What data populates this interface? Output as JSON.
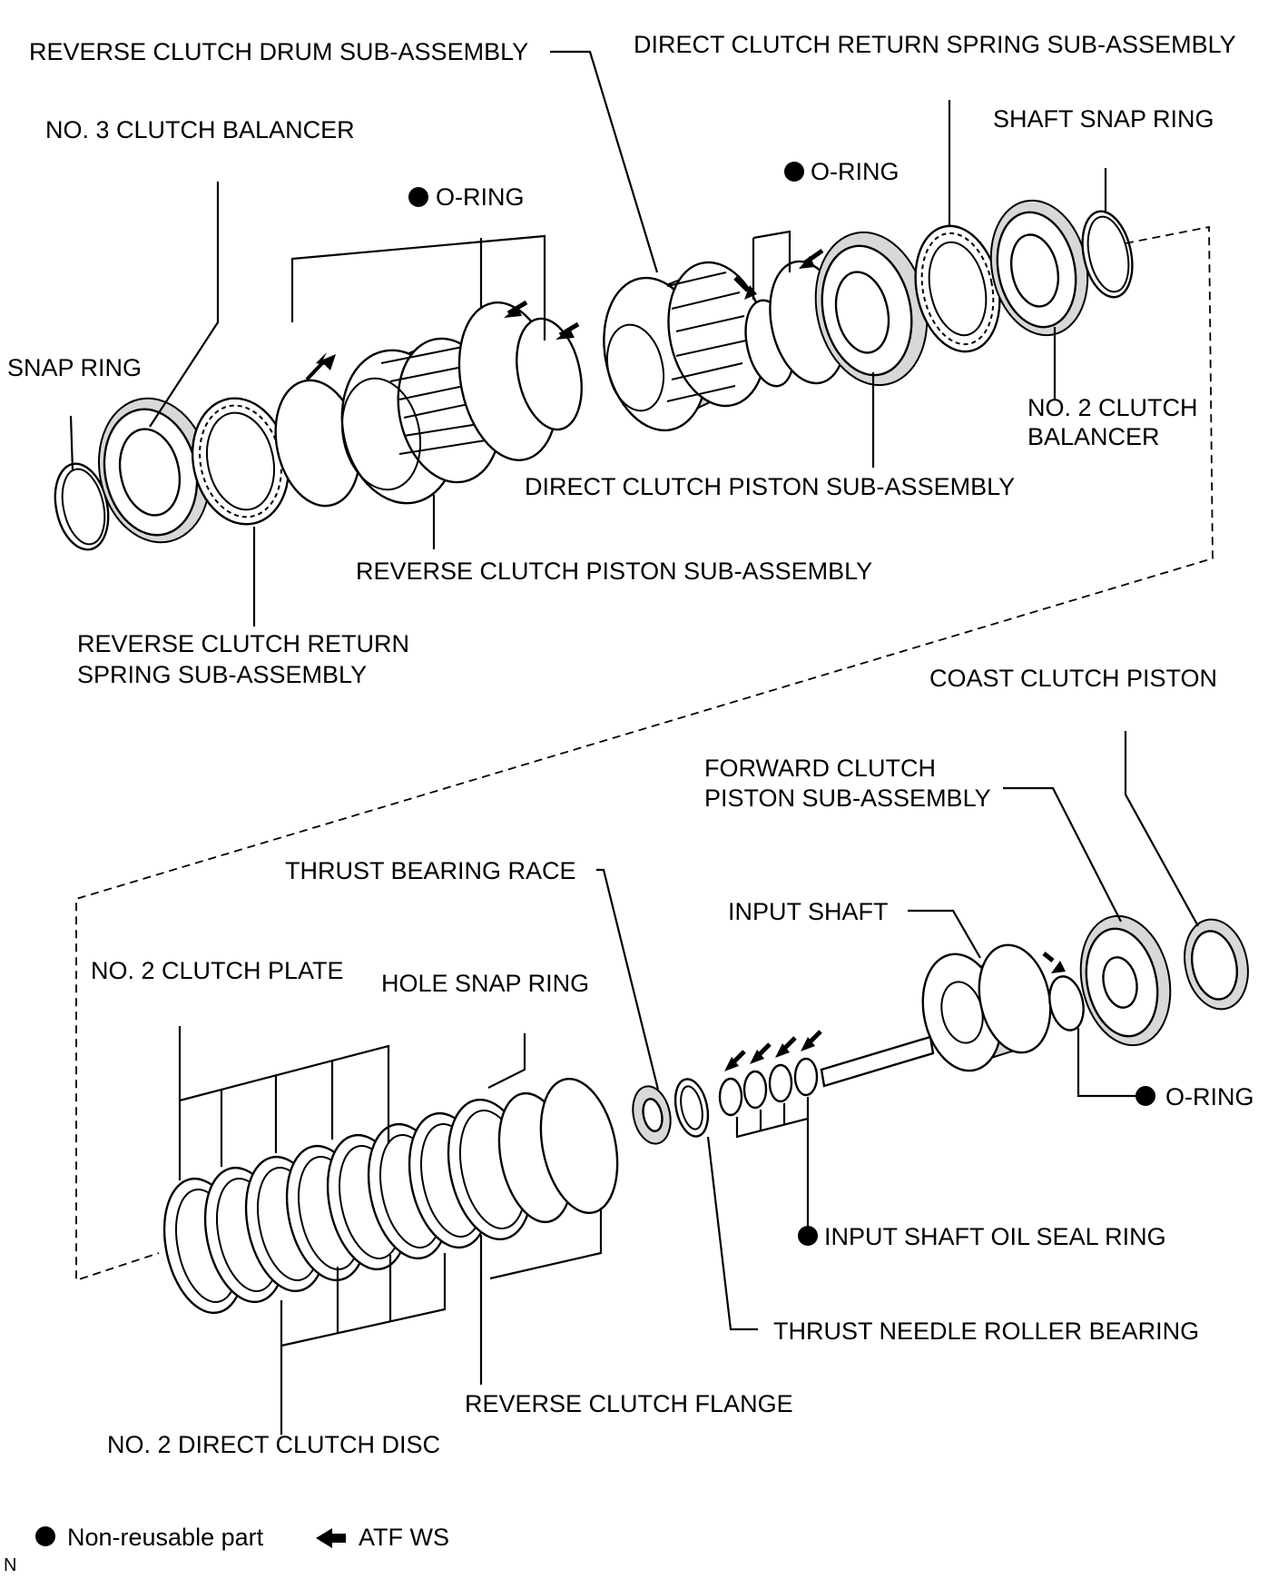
{
  "labels": {
    "reverse_clutch_drum": "REVERSE CLUTCH DRUM SUB-ASSEMBLY",
    "direct_clutch_return_spring": "DIRECT CLUTCH RETURN SPRING SUB-ASSEMBLY",
    "no3_clutch_balancer": "NO. 3 CLUTCH BALANCER",
    "shaft_snap_ring": "SHAFT SNAP RING",
    "o_ring_1": "O-RING",
    "o_ring_2": "O-RING",
    "o_ring_3": "O-RING",
    "snap_ring": "SNAP RING",
    "no2_clutch_balancer_line1": "NO. 2 CLUTCH",
    "no2_clutch_balancer_line2": "BALANCER",
    "direct_clutch_piston": "DIRECT CLUTCH PISTON SUB-ASSEMBLY",
    "reverse_clutch_piston": "REVERSE CLUTCH PISTON SUB-ASSEMBLY",
    "reverse_clutch_return_spring_line1": "REVERSE CLUTCH RETURN",
    "reverse_clutch_return_spring_line2": "SPRING SUB-ASSEMBLY",
    "coast_clutch_piston": "COAST CLUTCH PISTON",
    "forward_clutch_piston_line1": "FORWARD CLUTCH",
    "forward_clutch_piston_line2": "PISTON SUB-ASSEMBLY",
    "thrust_bearing_race": "THRUST BEARING RACE",
    "input_shaft": "INPUT SHAFT",
    "no2_clutch_plate": "NO. 2 CLUTCH PLATE",
    "hole_snap_ring": "HOLE SNAP RING",
    "input_shaft_oil_seal_ring": "INPUT SHAFT OIL SEAL RING",
    "thrust_needle_roller_bearing": "THRUST NEEDLE ROLLER BEARING",
    "reverse_clutch_flange": "REVERSE CLUTCH FLANGE",
    "no2_direct_clutch_disc": "NO. 2 DIRECT CLUTCH DISC"
  },
  "legend": {
    "non_reusable": "Non-reusable part",
    "atf": "ATF WS"
  },
  "corner_code": "N",
  "icons": {
    "non_reusable_marker": "filled-circle",
    "atf_marker": "left-arrow"
  }
}
